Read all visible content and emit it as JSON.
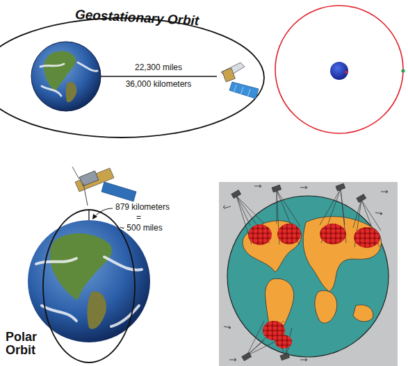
{
  "diagram": {
    "labels": [
      "Geostationary Orbit",
      "22,300 miles",
      "36,000 kilometers",
      "879 kilometers",
      "=",
      "~ 500 miles",
      "Polar Orbit"
    ]
  }
}
